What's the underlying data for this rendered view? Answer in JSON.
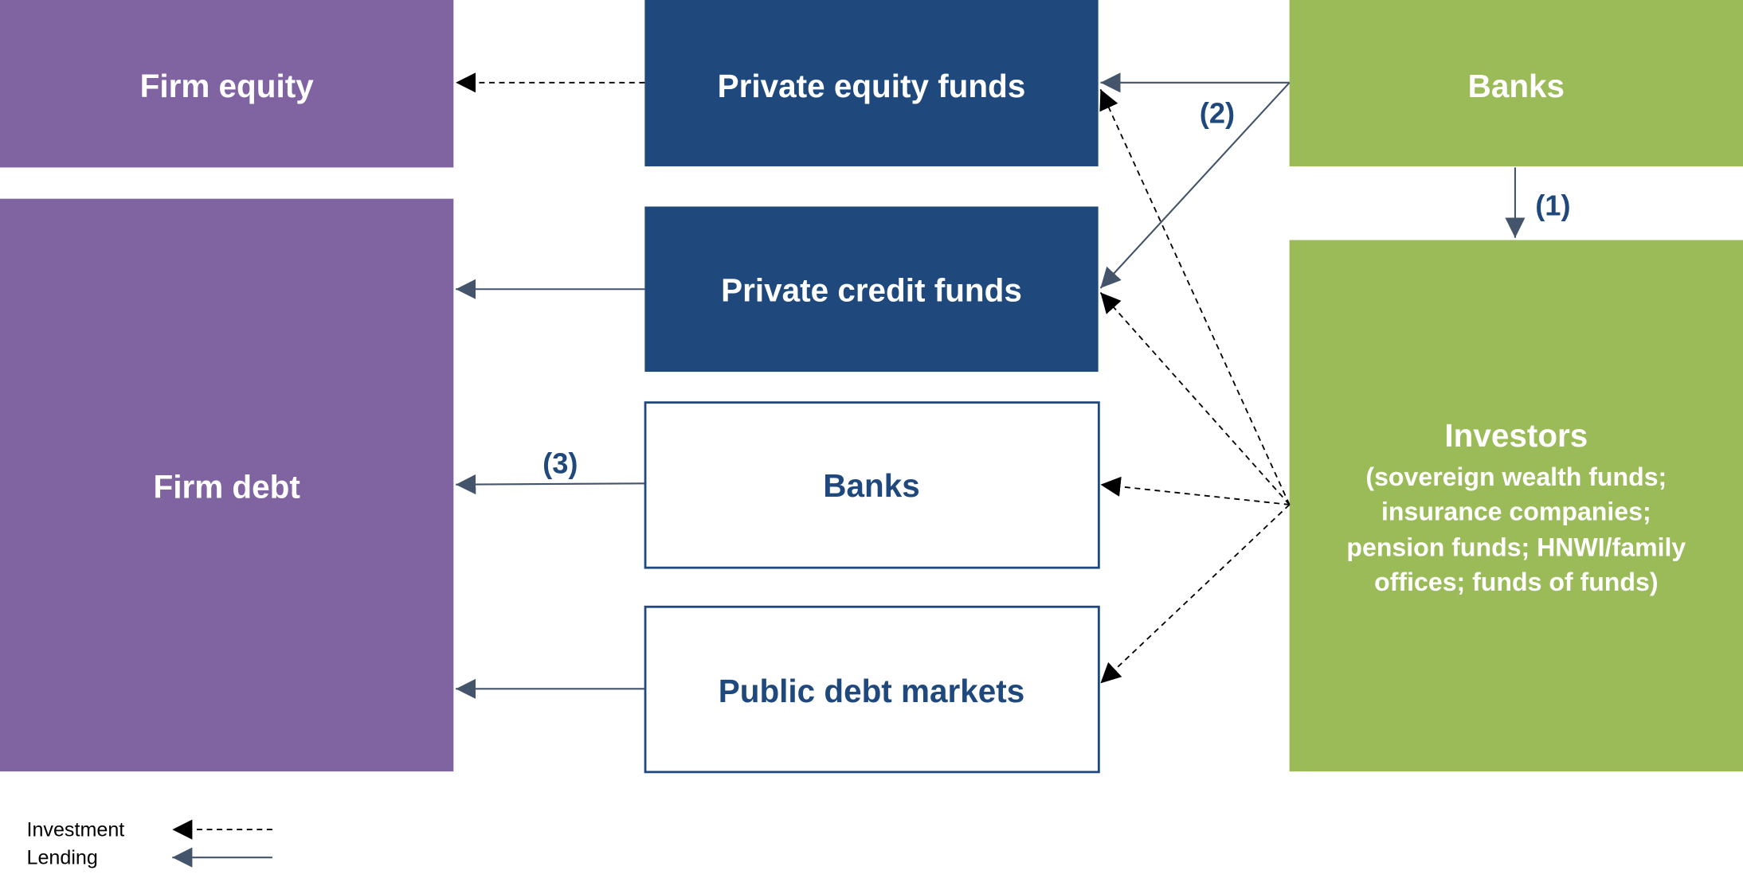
{
  "boxes": {
    "firm_equity": "Firm equity",
    "firm_debt": "Firm debt",
    "private_equity_funds": "Private equity funds",
    "private_credit_funds": "Private credit funds",
    "banks_middle": "Banks",
    "public_debt_markets": "Public debt markets",
    "banks_source": "Banks",
    "investors": "Investors",
    "investors_detail": [
      "(sovereign wealth funds;",
      "insurance companies;",
      "pension funds; HNWI/family",
      "offices; funds of funds)"
    ]
  },
  "annotations": {
    "one": "(1)",
    "two": "(2)",
    "three": "(3)"
  },
  "legend": {
    "investment": "Investment",
    "lending": "Lending"
  },
  "colors": {
    "purple": "#8064A2",
    "navy": "#1F497D",
    "green": "#9BBB59",
    "lending_arrow": "#44546A",
    "investment_arrow": "#000000"
  }
}
